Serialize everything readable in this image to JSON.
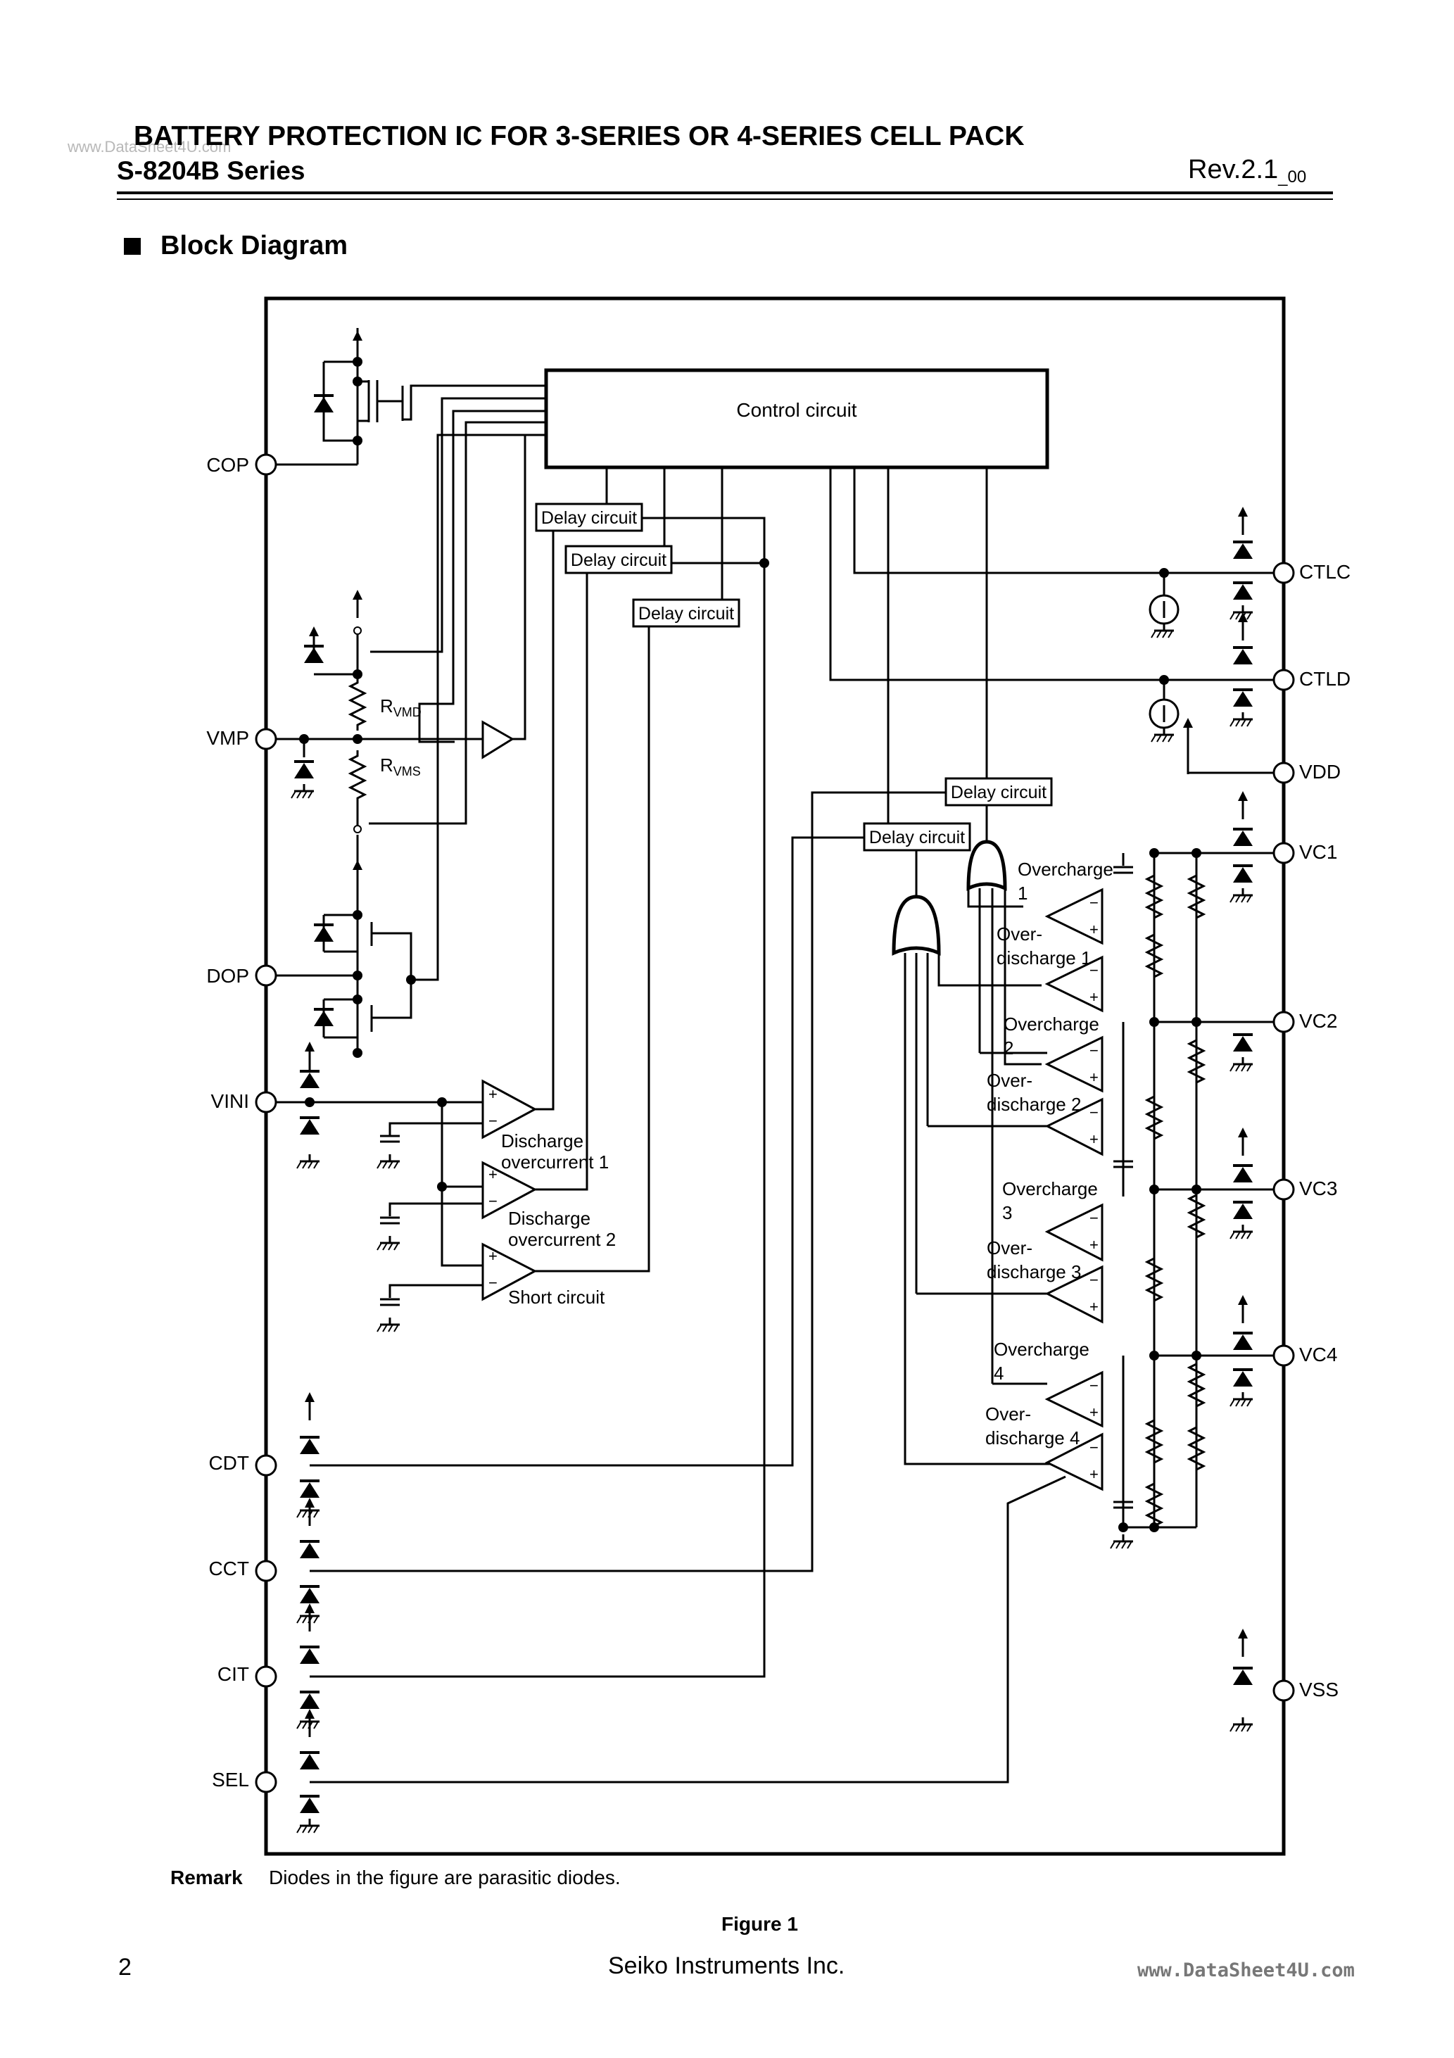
{
  "header": {
    "watermark_top": "www.DataSheet4U.com",
    "title": "BATTERY PROTECTION IC FOR 3-SERIES OR 4-SERIES CELL PACK",
    "series": "S-8204B Series",
    "revision": "Rev.2.1",
    "revision_sub": "_00"
  },
  "section": {
    "title": "Block Diagram"
  },
  "diagram": {
    "control_label": "Control circuit",
    "delay_label": "Delay circuit",
    "resistors": {
      "rvmd": "R",
      "rvmd_sub": "VMD",
      "rvms": "R",
      "rvms_sub": "VMS"
    },
    "pins_left": {
      "cop": "COP",
      "vmp": "VMP",
      "dop": "DOP",
      "vini": "VINI",
      "cdt": "CDT",
      "cct": "CCT",
      "cit": "CIT",
      "sel": "SEL"
    },
    "pins_right": {
      "ctlc": "CTLC",
      "ctld": "CTLD",
      "vdd": "VDD",
      "vc1": "VC1",
      "vc2": "VC2",
      "vc3": "VC3",
      "vc4": "VC4",
      "vss": "VSS"
    },
    "comparators": {
      "dc1_a": "Discharge",
      "dc1_b": "overcurrent 1",
      "dc2_a": "Discharge",
      "dc2_b": "overcurrent 2",
      "short": "Short circuit",
      "oc1_a": "Overcharge",
      "oc1_b": "1",
      "od1_a": "Over-",
      "od1_b": "discharge 1",
      "oc2_a": "Overcharge",
      "oc2_b": "2",
      "od2_a": "Over-",
      "od2_b": "discharge 2",
      "oc3_a": "Overcharge",
      "oc3_b": "3",
      "od3_a": "Over-",
      "od3_b": "discharge 3",
      "oc4_a": "Overcharge",
      "oc4_b": "4",
      "od4_a": "Over-",
      "od4_b": "discharge 4",
      "plus": "+",
      "minus": "−"
    }
  },
  "remark": {
    "label": "Remark",
    "text": "Diodes in the figure are parasitic diodes."
  },
  "figure_caption": "Figure 1",
  "footer": {
    "page": "2",
    "company": "Seiko Instruments Inc.",
    "watermark": "www.DataSheet4U.com"
  }
}
